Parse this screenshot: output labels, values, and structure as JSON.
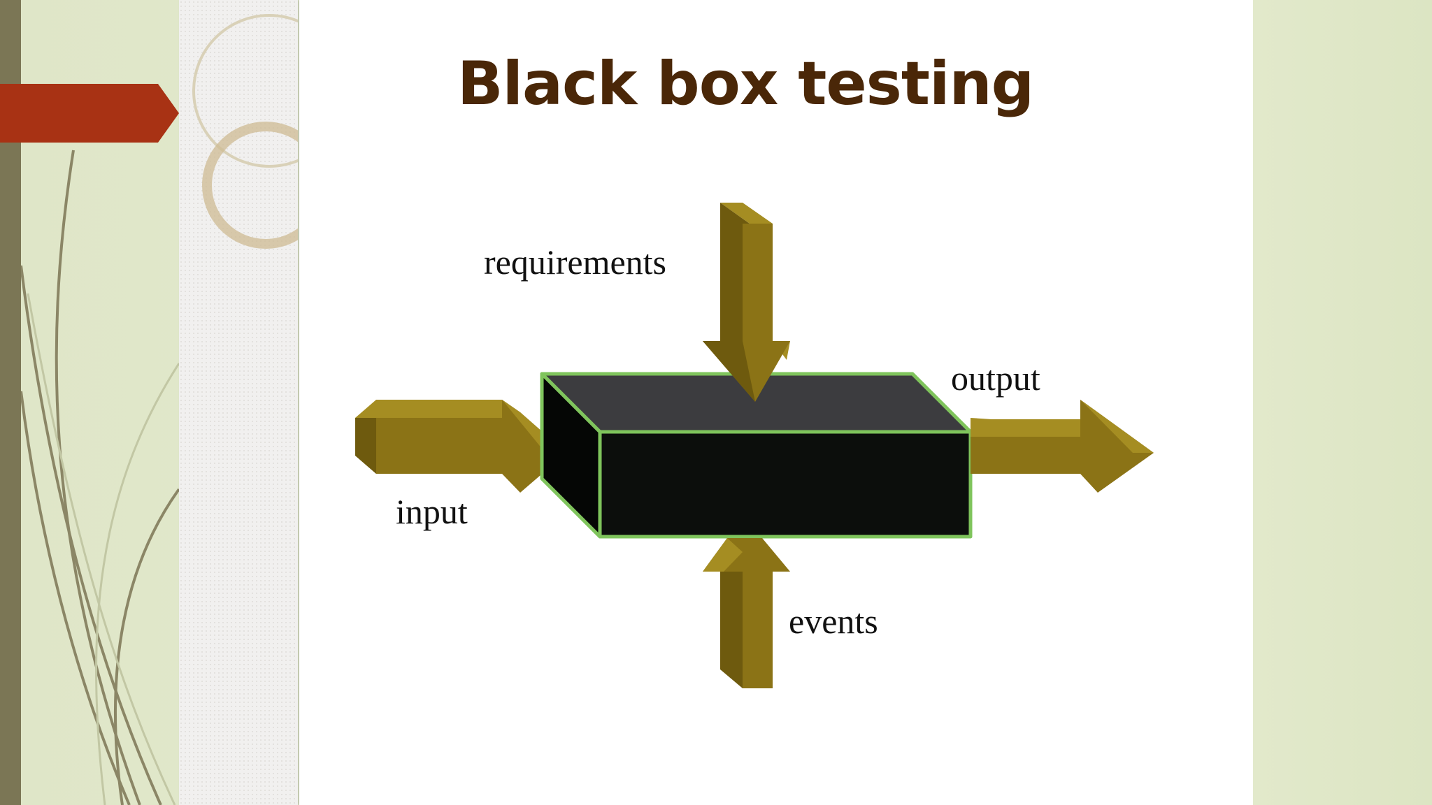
{
  "slide": {
    "title": "Black box testing"
  },
  "diagram": {
    "labels": {
      "requirements": "requirements",
      "output": "output",
      "input": "input",
      "events": "events"
    }
  },
  "colors": {
    "accent_tab": "#a83214",
    "arrow_main": "#8b7316",
    "arrow_dark": "#6e5a0e",
    "arrow_light": "#a58d22",
    "box_top": "#3c3c3f",
    "box_front": "#0c0e0c",
    "box_side": "#050605",
    "box_outline": "#7fc45c",
    "title": "#4a2708"
  }
}
